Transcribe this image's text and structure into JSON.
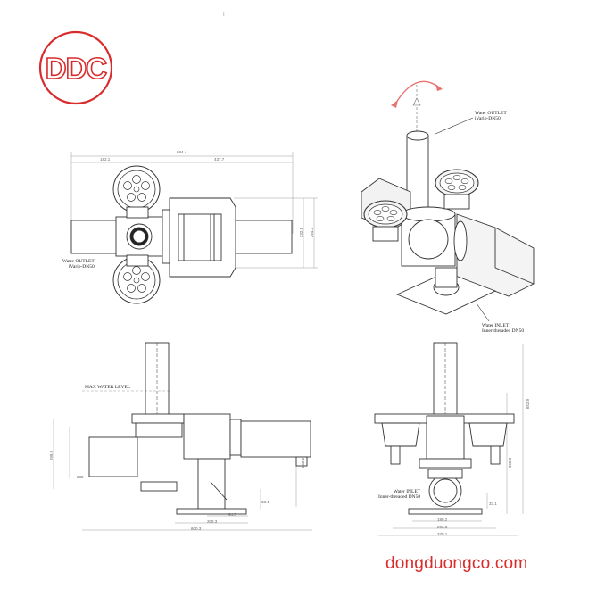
{
  "logo": {
    "text": "DDC",
    "color": "#d92b2b"
  },
  "website": "dongduongco.com",
  "top_tick": "I",
  "labels": {
    "top_view_outlet_line1": "Water OUTLET",
    "top_view_outlet_line2": "iVario-DN50",
    "iso_outlet_line1": "Water OUTLET",
    "iso_outlet_line2": "iVario-DN50",
    "iso_inlet_line1": "Water INLET",
    "iso_inlet_line2": "Inner-threaded DN50",
    "side_max_water": "MAX WATER LEVEL",
    "front_inlet_line1": "Water INLET",
    "front_inlet_line2": "Inner-threaded DN50"
  },
  "dimensions": {
    "top_overall": "684.4",
    "top_left": "182.1",
    "top_right": "437.7",
    "top_height_a": "332.5",
    "top_height_b": "264.3",
    "side_height": "299.9",
    "side_height_b": "230",
    "side_right": "240.2",
    "side_base": "208.3",
    "side_small": "94.5",
    "side_overall": "600.3",
    "side_low": "33.1",
    "front_total": "652.9",
    "front_mid": "360.3",
    "front_base_a": "180.2",
    "front_base_b": "203.3",
    "front_base_c": "379.1",
    "front_low": "33.1"
  },
  "colors": {
    "line": "#333333",
    "dim_line": "#888888",
    "accent": "#d92b2b",
    "arrow": "#e57373"
  }
}
